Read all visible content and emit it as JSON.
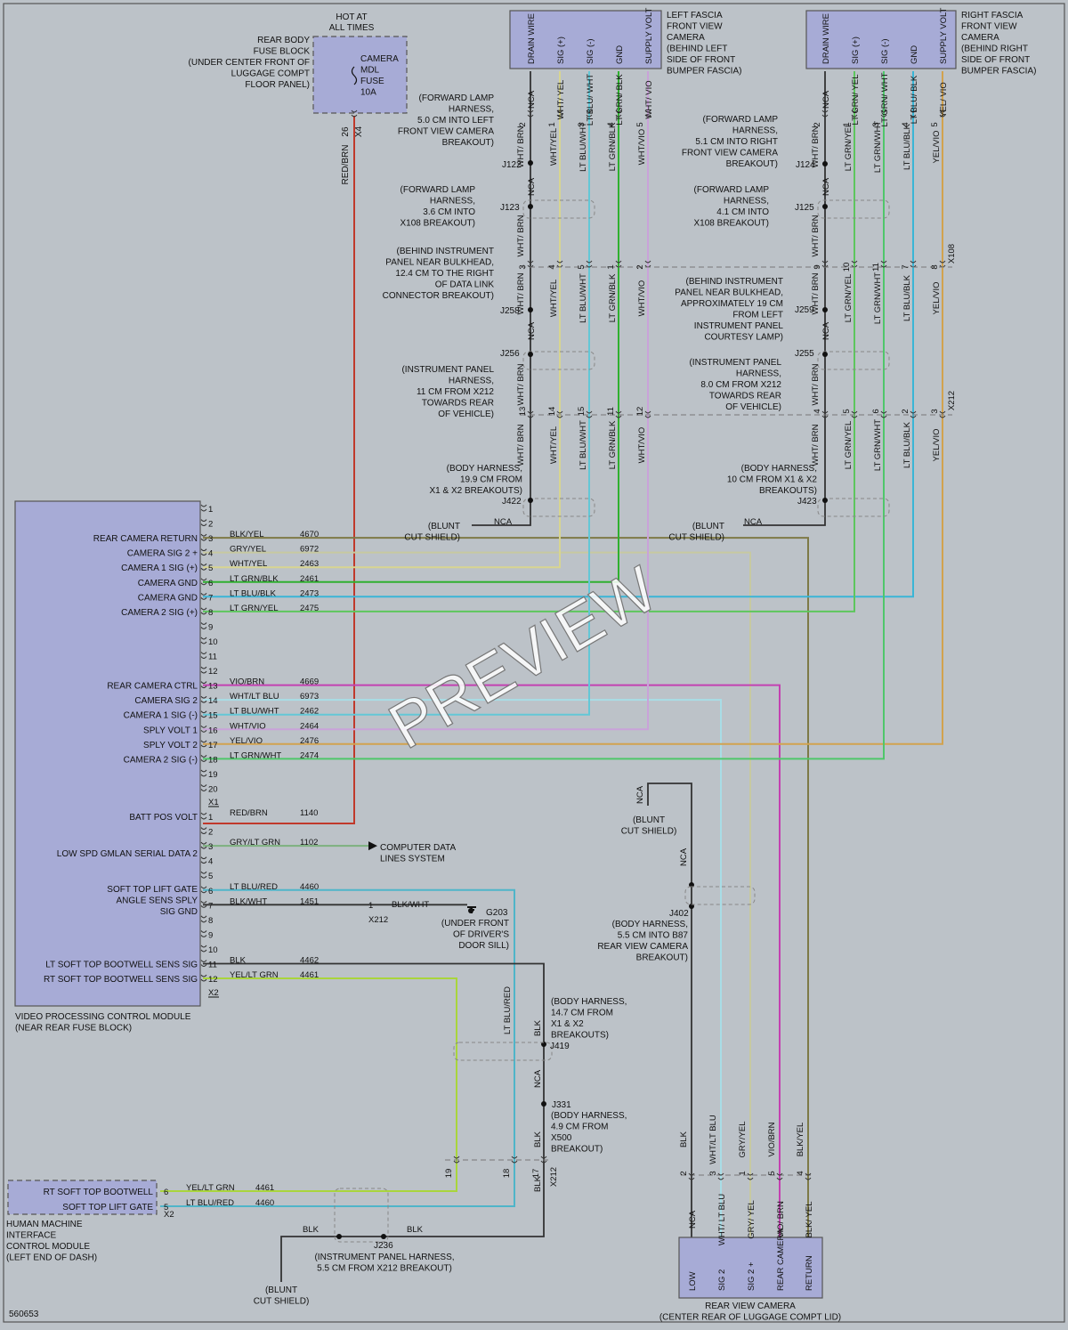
{
  "header": {
    "hot_line1": "HOT AT",
    "hot_line2": "ALL TIMES",
    "fuse_block_lines": [
      "REAR BODY",
      "FUSE BLOCK",
      "(UNDER CENTER FRONT OF",
      "LUGGAGE COMPT",
      "FLOOR PANEL)"
    ],
    "fuse_lines": [
      "CAMERA",
      "MDL",
      "FUSE",
      "10A"
    ],
    "fuse_pin": "26",
    "fuse_conn": "X4",
    "fuse_wire": "RED/BRN"
  },
  "left_camera": {
    "label_lines": [
      "LEFT FASCIA",
      "FRONT VIEW",
      "CAMERA",
      "(BEHIND LEFT",
      "SIDE OF FRONT",
      "BUMPER FASCIA)"
    ],
    "pins": [
      "DRAIN WIRE",
      "SIG (+)",
      "SIG (-)",
      "GND",
      "SUPPLY VOLT"
    ]
  },
  "right_camera": {
    "label_lines": [
      "RIGHT FASCIA",
      "FRONT VIEW",
      "CAMERA",
      "(BEHIND RIGHT",
      "SIDE OF FRONT",
      "BUMPER FASCIA)"
    ],
    "pins": [
      "DRAIN WIRE",
      "SIG (+)",
      "SIG (-)",
      "GND",
      "SUPPLY VOLT"
    ]
  },
  "left_wires": {
    "top": [
      "NCA",
      "WHT/ YEL",
      "LT BLU/ WHT",
      "LT GRN/ BLK",
      "WHT/ VIO"
    ],
    "top_pins": [
      "2",
      "1",
      "3",
      "4",
      "5"
    ],
    "mid": [
      "WHT/ BRN",
      "WHT/YEL",
      "LT BLU/WHT",
      "LT GRN/BLK",
      "WHT/VIO"
    ],
    "x108_pins": [
      "3",
      "4",
      "5",
      "1",
      "2"
    ],
    "x212_pins": [
      "13",
      "14",
      "15",
      "11",
      "12"
    ]
  },
  "right_wires": {
    "top": [
      "NCA",
      "LT GRN/ YEL",
      "LT GRN/ WHT",
      "LT BLU/ BLK",
      "YEL/ VIO"
    ],
    "top_pins": [
      "2",
      "1",
      "3",
      "4",
      "5"
    ],
    "mid": [
      "WHT/ BRN",
      "LT GRN/YEL",
      "LT GRN/WHT",
      "LT BLU/BLK",
      "YEL/VIO"
    ],
    "x108_pins": [
      "9",
      "10",
      "11",
      "7",
      "8"
    ],
    "x212_pins": [
      "4",
      "5",
      "6",
      "2",
      "3"
    ],
    "x108": "X108",
    "x212": "X212"
  },
  "splices": {
    "J122": "J122",
    "J123": "J123",
    "J258": "J258",
    "J256": "J256",
    "J422": "J422",
    "J124": "J124",
    "J125": "J125",
    "J259": "J259",
    "J255": "J255",
    "J423": "J423",
    "J402": "J402",
    "J419": "J419",
    "J331": "J331",
    "J236": "J236"
  },
  "notes": {
    "j122": [
      "(FORWARD LAMP",
      "HARNESS,",
      "5.0 CM INTO LEFT",
      "FRONT VIEW CAMERA",
      "BREAKOUT)"
    ],
    "j123": [
      "(FORWARD LAMP",
      "HARNESS,",
      "3.6 CM INTO",
      "X108 BREAKOUT)"
    ],
    "j258": [
      "(BEHIND INSTRUMENT",
      "PANEL NEAR BULKHEAD,",
      "12.4 CM TO THE RIGHT",
      "OF DATA LINK",
      "CONNECTOR BREAKOUT)"
    ],
    "j256": [
      "(INSTRUMENT PANEL",
      "HARNESS,",
      "11 CM FROM X212",
      "TOWARDS REAR",
      "OF VEHICLE)"
    ],
    "j422": [
      "(BODY HARNESS,",
      "19.9 CM FROM",
      "X1 & X2 BREAKOUTS)"
    ],
    "j124": [
      "(FORWARD LAMP",
      "HARNESS,",
      "5.1 CM INTO RIGHT",
      "FRONT VIEW CAMERA",
      "BREAKOUT)"
    ],
    "j125": [
      "(FORWARD LAMP",
      "HARNESS,",
      "4.1 CM INTO",
      "X108 BREAKOUT)"
    ],
    "j259": [
      "(BEHIND INSTRUMENT",
      "PANEL NEAR BULKHEAD,",
      "APPROXIMATELY 19 CM",
      "FROM LEFT",
      "INSTRUMENT PANEL",
      "COURTESY LAMP)"
    ],
    "j255": [
      "(INSTRUMENT PANEL",
      "HARNESS,",
      "8.0 CM FROM X212",
      "TOWARDS REAR",
      "OF VEHICLE)"
    ],
    "j423": [
      "(BODY HARNESS,",
      "10 CM FROM X1 & X2",
      "BREAKOUTS)"
    ],
    "blunt": [
      "(BLUNT",
      "CUT SHIELD)"
    ],
    "nca": "NCA",
    "j402": [
      "(BODY HARNESS,",
      "5.5 CM INTO B87",
      "REAR VIEW CAMERA",
      "BREAKOUT)"
    ],
    "j419": [
      "(BODY HARNESS,",
      "14.7 CM FROM",
      "X1 & X2",
      "BREAKOUTS)"
    ],
    "j331": [
      "(BODY HARNESS,",
      "4.9 CM FROM",
      "X500",
      "BREAKOUT)"
    ],
    "j236": [
      "(INSTRUMENT PANEL HARNESS,",
      "5.5 CM FROM X212 BREAKOUT)"
    ],
    "g203": [
      "(UNDER FRONT",
      "OF DRIVER'S",
      "DOOR SILL)"
    ],
    "computer": [
      "COMPUTER DATA",
      "LINES SYSTEM"
    ]
  },
  "vpcm": {
    "label_lines": [
      "VIDEO PROCESSING CONTROL MODULE",
      "(NEAR REAR FUSE BLOCK)"
    ],
    "x1_rows": [
      {
        "pin": "1",
        "name": "",
        "wire": "",
        "circuit": ""
      },
      {
        "pin": "2",
        "name": "",
        "wire": "",
        "circuit": ""
      },
      {
        "pin": "3",
        "name": "REAR CAMERA RETURN",
        "wire": "BLK/YEL",
        "circuit": "4670"
      },
      {
        "pin": "4",
        "name": "CAMERA SIG 2 +",
        "wire": "GRY/YEL",
        "circuit": "6972"
      },
      {
        "pin": "5",
        "name": "CAMERA 1 SIG (+)",
        "wire": "WHT/YEL",
        "circuit": "2463"
      },
      {
        "pin": "6",
        "name": "CAMERA GND",
        "wire": "LT GRN/BLK",
        "circuit": "2461"
      },
      {
        "pin": "7",
        "name": "CAMERA GND",
        "wire": "LT BLU/BLK",
        "circuit": "2473"
      },
      {
        "pin": "8",
        "name": "CAMERA 2 SIG (+)",
        "wire": "LT GRN/YEL",
        "circuit": "2475"
      },
      {
        "pin": "9",
        "name": "",
        "wire": "",
        "circuit": ""
      },
      {
        "pin": "10",
        "name": "",
        "wire": "",
        "circuit": ""
      },
      {
        "pin": "11",
        "name": "",
        "wire": "",
        "circuit": ""
      },
      {
        "pin": "12",
        "name": "",
        "wire": "",
        "circuit": ""
      },
      {
        "pin": "13",
        "name": "REAR CAMERA CTRL",
        "wire": "VIO/BRN",
        "circuit": "4669"
      },
      {
        "pin": "14",
        "name": "CAMERA SIG 2",
        "wire": "WHT/LT BLU",
        "circuit": "6973"
      },
      {
        "pin": "15",
        "name": "CAMERA 1 SIG (-)",
        "wire": "LT BLU/WHT",
        "circuit": "2462"
      },
      {
        "pin": "16",
        "name": "SPLY VOLT 1",
        "wire": "WHT/VIO",
        "circuit": "2464"
      },
      {
        "pin": "17",
        "name": "SPLY VOLT 2",
        "wire": "YEL/VIO",
        "circuit": "2476"
      },
      {
        "pin": "18",
        "name": "CAMERA 2 SIG (-)",
        "wire": "LT GRN/WHT",
        "circuit": "2474"
      },
      {
        "pin": "19",
        "name": "",
        "wire": "",
        "circuit": ""
      },
      {
        "pin": "20",
        "name": "",
        "wire": "",
        "circuit": ""
      }
    ],
    "x1": "X1",
    "x2_rows": [
      {
        "pin": "1",
        "name": "BATT POS VOLT",
        "wire": "RED/BRN",
        "circuit": "1140"
      },
      {
        "pin": "2",
        "name": "",
        "wire": "",
        "circuit": ""
      },
      {
        "pin": "3",
        "name": "",
        "wire": "GRY/LT GRN",
        "circuit": "1102"
      },
      {
        "pin": "4",
        "name": "",
        "wire": "",
        "circuit": ""
      },
      {
        "pin": "5",
        "name": "",
        "wire": "",
        "circuit": ""
      },
      {
        "pin": "6",
        "name": "",
        "wire": "LT BLU/RED",
        "circuit": "4460"
      },
      {
        "pin": "7",
        "name": "",
        "wire": "BLK/WHT",
        "circuit": "1451"
      },
      {
        "pin": "8",
        "name": "",
        "wire": "",
        "circuit": ""
      },
      {
        "pin": "9",
        "name": "",
        "wire": "",
        "circuit": ""
      },
      {
        "pin": "10",
        "name": "",
        "wire": "",
        "circuit": ""
      },
      {
        "pin": "11",
        "name": "LT SOFT TOP BOOTWELL SENS SIG",
        "wire": "BLK",
        "circuit": "4462"
      },
      {
        "pin": "12",
        "name": "RT SOFT TOP BOOTWELL SENS SIG",
        "wire": "YEL/LT GRN",
        "circuit": "4461"
      }
    ],
    "x2": "X2",
    "low_spd": "LOW SPD GMLAN SERIAL DATA 2",
    "lift_gate_lines": [
      "SOFT TOP LIFT GATE",
      "ANGLE SENS SPLY",
      "SIG GND"
    ]
  },
  "g203_conn": {
    "pin": "1",
    "conn": "X212",
    "wire": "BLK/WHT",
    "ground": "G203"
  },
  "hmi": {
    "rows": [
      {
        "pin": "6",
        "name": "RT SOFT TOP BOOTWELL",
        "wire": "YEL/LT GRN",
        "circuit": "4461"
      },
      {
        "pin": "5",
        "name": "SOFT TOP LIFT GATE",
        "wire": "LT BLU/RED",
        "circuit": "4460"
      }
    ],
    "conn": "X2",
    "label_lines": [
      "HUMAN MACHINE",
      "INTERFACE",
      "CONTROL MODULE",
      "(LEFT END OF DASH)"
    ]
  },
  "lower": {
    "x212_pins": [
      "19",
      "18",
      "17"
    ],
    "x212": "X212",
    "blk": "BLK",
    "lt_blu_red": "LT BLU/RED",
    "nca": "NCA"
  },
  "rear_camera": {
    "pins": [
      "LOW",
      "SIG 2",
      "SIG 2 +",
      "REAR CAMERA",
      "RETURN"
    ],
    "wires": [
      "NCA",
      "WHT/ LT BLU",
      "GRY/ YEL",
      "VIO/ BRN",
      "BLK/ YEL"
    ],
    "pin_nums": [
      "2",
      "3",
      "1",
      "5",
      "4"
    ],
    "wire_names": [
      "BLK",
      "WHT/LT BLU",
      "GRY/YEL",
      "VIO/BRN",
      "BLK/YEL"
    ],
    "label_lines": [
      "REAR VIEW CAMERA",
      "(CENTER REAR OF LUGGAGE COMPT LID)"
    ]
  },
  "footer_id": "560653",
  "watermark": "PREVIEW",
  "colors": {
    "background": "#bcc2c8",
    "module_fill": "#a7abd6",
    "red_brn": "#c0392b",
    "wht_yel": "#d8d590",
    "lt_blu_wht": "#63c7d6",
    "lt_grn_blk": "#2fb02f",
    "wht_vio": "#c9a2d9",
    "lt_grn_yel": "#5dc65d",
    "lt_grn_wht": "#4fc76a",
    "lt_blu_blk": "#3ab5d6",
    "yel_vio": "#d2a24e",
    "blk_yel": "#7e7a46",
    "gry_yel": "#c7c9a0",
    "vio_brn": "#c341b1",
    "wht_lt_blu": "#a8dde6",
    "yel_lt_grn": "#a9d53c",
    "lt_blu_red": "#4fb5c9",
    "blk": "#333333",
    "gry_lt_grn": "#7db17e"
  }
}
